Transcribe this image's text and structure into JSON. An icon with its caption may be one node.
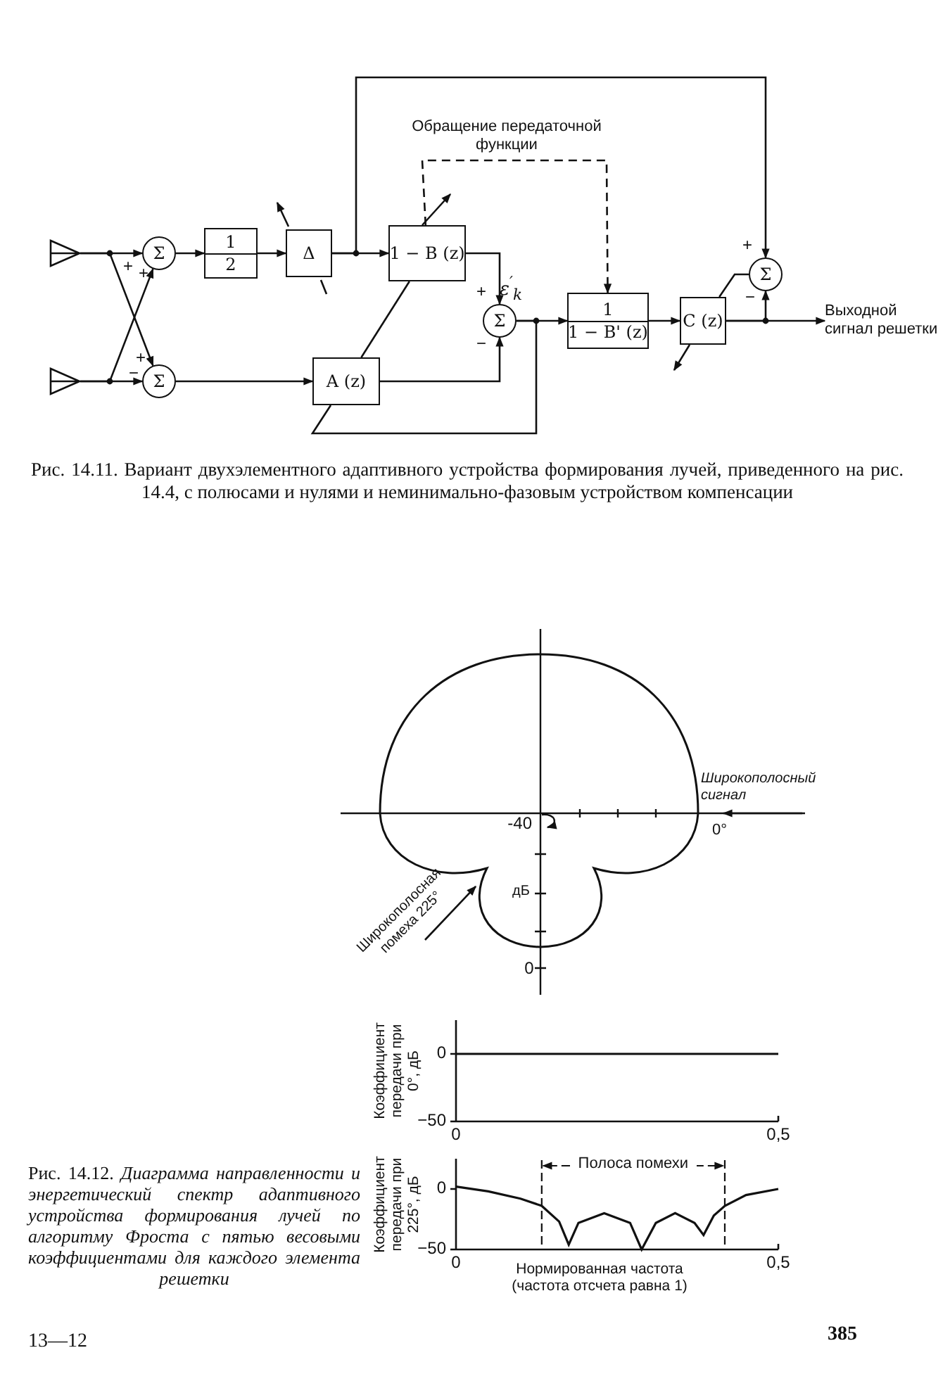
{
  "diagram": {
    "caption": "Рис. 14.11. Вариант двухэлементного адаптивного устройства формирования лучей, приведенного на рис. 14.4, с полюсами и нулями и неминимально-фазовым устройством компенсации",
    "nodes": [
      {
        "text": [],
        "shape": "triangle"
      },
      {
        "text": [],
        "shape": "triangle"
      },
      {
        "text": [
          "Σ"
        ]
      },
      {
        "text": [
          "Σ"
        ]
      },
      {
        "text": [
          "1",
          "2"
        ]
      },
      {
        "text": [
          "Δ"
        ]
      },
      {
        "text": [
          "1 − B (z)"
        ]
      },
      {
        "text": [
          "A (z)"
        ]
      },
      {
        "text": [
          "Σ"
        ]
      },
      {
        "text": [
          "1",
          "1 − B' (z)"
        ]
      },
      {
        "text": [
          "C (z)"
        ]
      },
      {
        "text": [
          "Σ"
        ]
      },
      {
        "text": [
          "Выходной сигнал решетки"
        ]
      }
    ],
    "edges": [
      {
        "from": 0,
        "to": 2,
        "arrow": "to"
      },
      {
        "from": 0,
        "to": 3,
        "arrow": "to"
      },
      {
        "from": 1,
        "to": 2,
        "arrow": "to"
      },
      {
        "from": 1,
        "to": 3,
        "arrow": "to"
      },
      {
        "from": 2,
        "to": 4,
        "arrow": "to"
      },
      {
        "from": 4,
        "to": 5,
        "arrow": "to"
      },
      {
        "from": 5,
        "to": 6,
        "arrow": "to"
      },
      {
        "from": 5,
        "to": 11,
        "arrow": "to"
      },
      {
        "from": 3,
        "to": 7,
        "arrow": "to"
      },
      {
        "from": 6,
        "to": 8,
        "arrow": "to"
      },
      {
        "from": 7,
        "to": 8,
        "arrow": "to"
      },
      {
        "from": 8,
        "to": 9,
        "arrow": "to"
      },
      {
        "from": 8,
        "to": 7,
        "arrow": "none"
      },
      {
        "from": 7,
        "to": 6,
        "arrow": "none"
      },
      {
        "from": 6,
        "to": 9,
        "arrow": "to",
        "style": "dashed",
        "label": "Обращение передаточной функции"
      },
      {
        "from": 9,
        "to": 10,
        "arrow": "to"
      },
      {
        "from": 10,
        "to": 11,
        "arrow": "to"
      },
      {
        "from": 11,
        "to": 10,
        "arrow": "none"
      },
      {
        "from": 10,
        "to": 12,
        "arrow": "to"
      }
    ],
    "labels": [
      "+",
      "+",
      "+",
      "+",
      "ε$^{′}$$_{k}$",
      "−",
      "−",
      "+",
      "−",
      "Широкополосный сигнал",
      "-40",
      "0°",
      "дБ",
      "Широкополосная помеха 225°",
      "0",
      "Рис. 14.12. *Диаграмма направленности и энергетический спектр адаптивного устройства формирования лучей по алгоритму Фроста с пятью весовыми коэффициентами для каждого элемента решетки*",
      "13—12",
      "385"
    ],
    "chart_data": [
      {
        "type": "line",
        "ylabel": "Коэффициент передачи при 0°, дБ",
        "x": [
          0,
          0.1,
          0.2,
          0.3,
          0.4,
          0.5
        ],
        "series": [
          {
            "values": [
              0,
              0,
              0,
              0,
              0,
              0
            ]
          }
        ],
        "xlim": [
          0,
          0.5
        ],
        "ylim": [
          -50,
          25
        ],
        "xticks": [
          0,
          {
            "value": 0.5,
            "label": "0,5"
          }
        ],
        "yticks": [
          0,
          {
            "value": -50,
            "label": "−50"
          }
        ]
      },
      {
        "type": "line",
        "xlabel": "Нормированная частота (частота отсчета равна 1)",
        "ylabel": "Коэффициент передачи при 225°, дБ",
        "x": [
          0,
          0.05,
          0.1,
          0.133,
          0.16,
          0.175,
          0.19,
          0.23,
          0.27,
          0.288,
          0.31,
          0.34,
          0.37,
          0.384,
          0.4,
          0.417,
          0.45,
          0.5
        ],
        "series": [
          {
            "values": [
              2,
              -2,
              -8,
              -14,
              -27,
              -46,
              -28,
              -20,
              -28,
              -50,
              -28,
              -20,
              -28,
              -38,
              -22,
              -14,
              -5,
              0
            ]
          }
        ],
        "xlim": [
          0,
          0.5
        ],
        "ylim": [
          -50,
          25
        ],
        "xticks": [
          0,
          {
            "value": 0.5,
            "label": "0,5"
          }
        ],
        "yticks": [
          0,
          {
            "value": -50,
            "label": "−50"
          }
        ],
        "ref_lines": [
          {
            "axis": "x",
            "value": 0.133
          },
          {
            "axis": "x",
            "value": 0.417
          }
        ],
        "annotations": [
          "Полоса помехи"
        ]
      }
    ]
  }
}
